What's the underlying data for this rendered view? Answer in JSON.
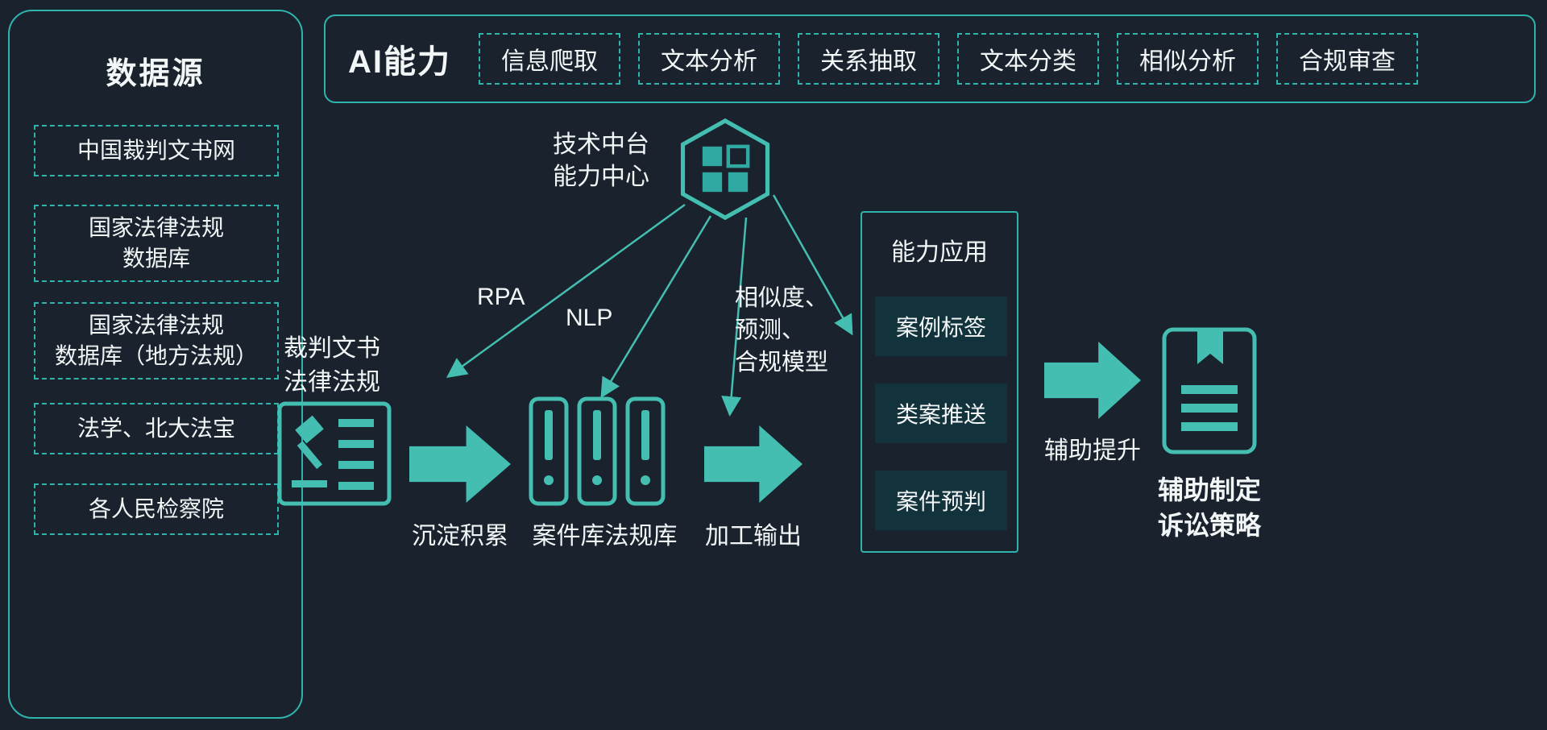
{
  "colors": {
    "background": "#1a232d",
    "teal": "#45beb2",
    "border_teal": "#2fb3ad",
    "dark_box": "#12323c",
    "text": "#f2f6f7"
  },
  "data_sources": {
    "title": "数据源",
    "items": [
      "中国裁判文书网",
      "国家法律法规\n数据库",
      "国家法律法规\n数据库（地方法规）",
      "法学、北大法宝",
      "各人民检察院"
    ]
  },
  "ai_capabilities": {
    "title": "AI能力",
    "items": [
      "信息爬取",
      "文本分析",
      "关系抽取",
      "文本分类",
      "相似分析",
      "合规审查"
    ]
  },
  "platform": {
    "label": "技术中台\n能力中心"
  },
  "connectors": {
    "rpa": "RPA",
    "nlp": "NLP",
    "models": "相似度、\n预测、\n合规模型"
  },
  "flow": {
    "source_label": "裁判文书\n法律法规",
    "step1": "沉淀积累",
    "step2": "案件库法规库",
    "step3": "加工输出",
    "step4": "辅助提升",
    "final_label": "辅助制定\n诉讼策略"
  },
  "applications": {
    "title": "能力应用",
    "items": [
      "案例标签",
      "类案推送",
      "案件预判"
    ]
  }
}
